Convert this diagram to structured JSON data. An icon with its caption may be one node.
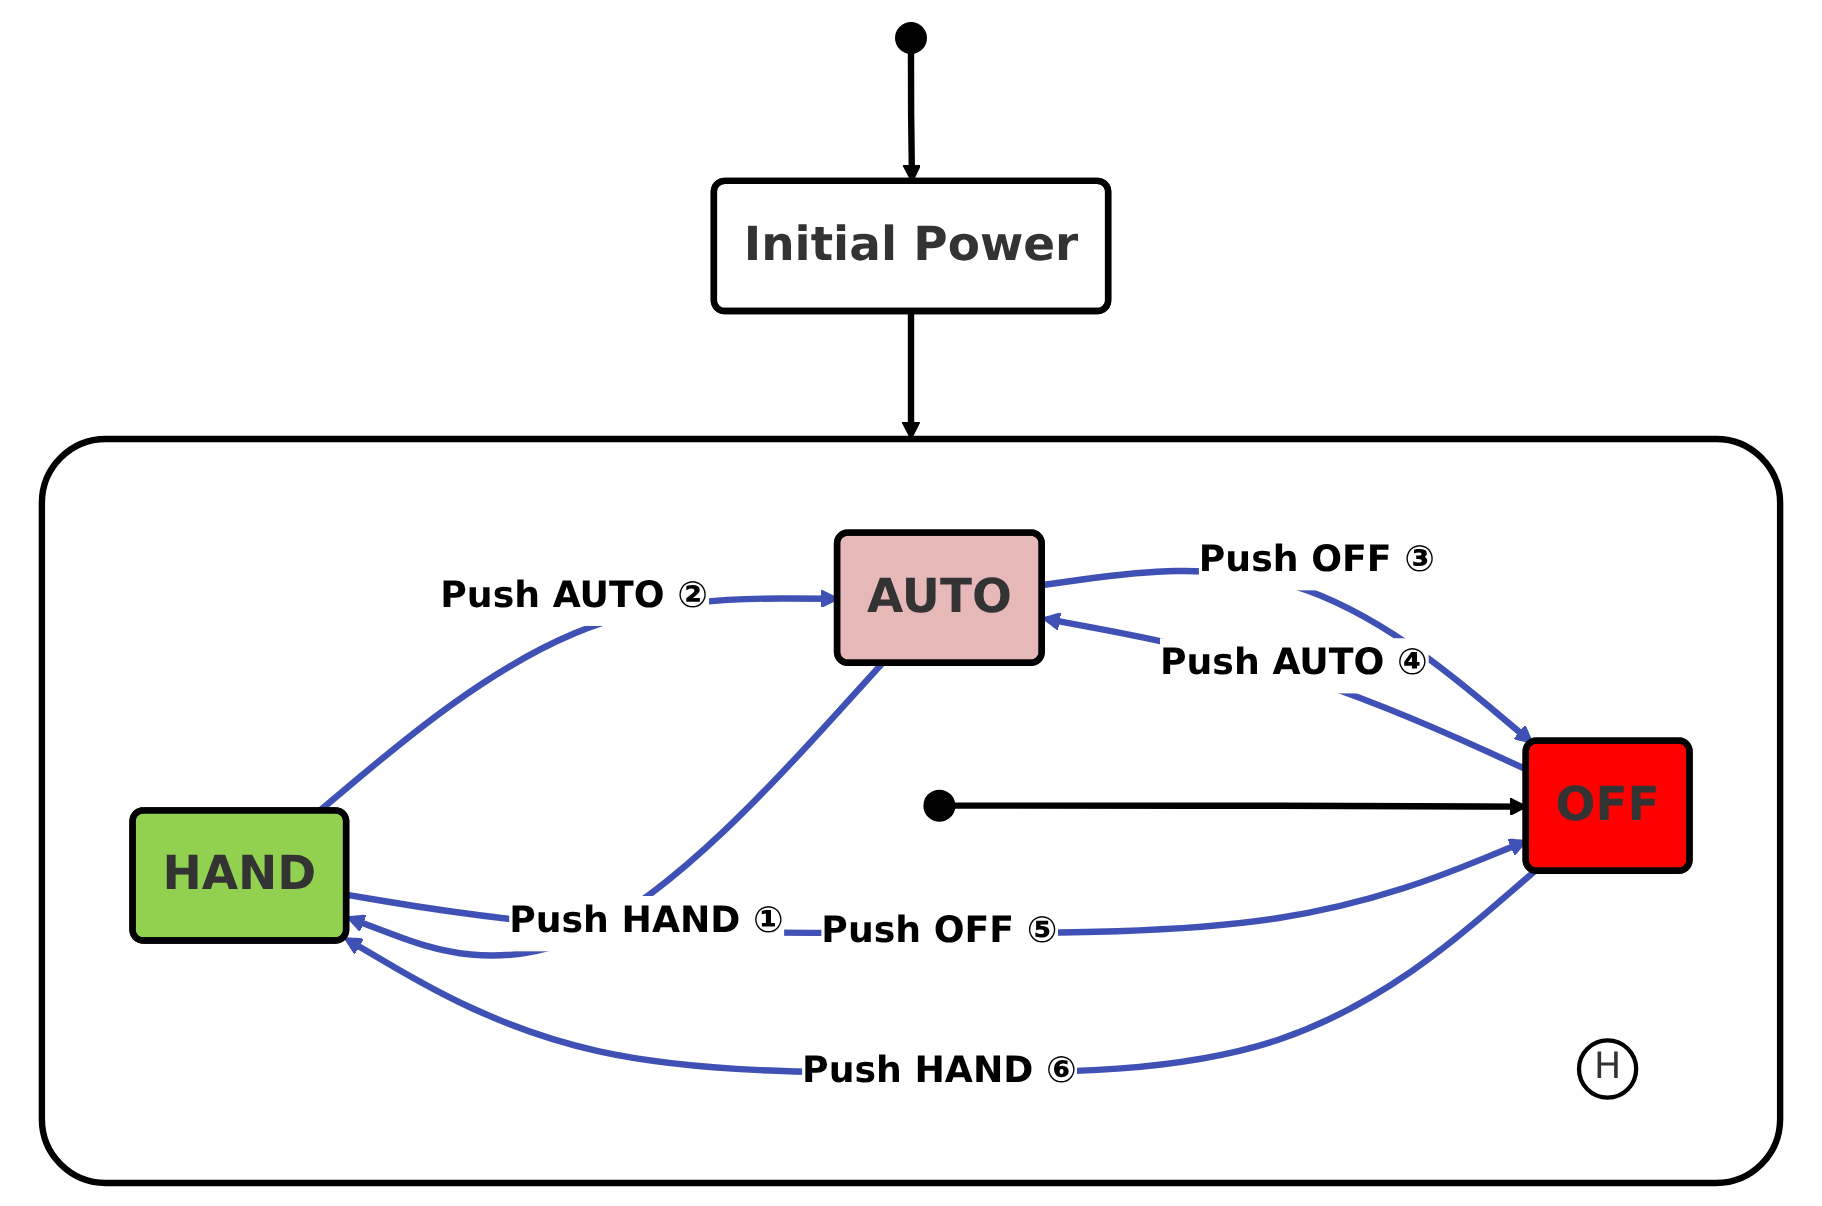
{
  "diagram": {
    "nodes": [
      {
        "text": [],
        "shape": "circle"
      },
      {
        "text": [
          "Initial Power"
        ]
      },
      {
        "text": [],
        "shape": "box"
      },
      {
        "text": [
          "HAND"
        ],
        "in": 2
      },
      {
        "text": [
          "AUTO"
        ],
        "in": 2
      },
      {
        "text": [
          "H"
        ],
        "in": 2
      },
      {
        "text": [],
        "shape": "circle",
        "in": 2
      },
      {
        "text": [
          "OFF"
        ],
        "in": 2
      }
    ],
    "edges": [
      {
        "from": 0,
        "to": 1,
        "arrow": "to",
        "color": "#000000"
      },
      {
        "from": 1,
        "to": 2,
        "arrow": "to",
        "color": "#000000"
      },
      {
        "from": 4,
        "to": 3,
        "arrow": "to",
        "label": "Push HAND ①"
      },
      {
        "from": 3,
        "to": 4,
        "arrow": "to",
        "label": "Push AUTO ②"
      },
      {
        "from": 4,
        "to": 7,
        "arrow": "to",
        "label": "Push OFF ③"
      },
      {
        "from": 7,
        "to": 4,
        "arrow": "to",
        "label": "Push AUTO ④"
      },
      {
        "from": 3,
        "to": 7,
        "arrow": "to",
        "label": "Push OFF ⑤"
      },
      {
        "from": 7,
        "to": 3,
        "arrow": "to",
        "label": "Push HAND ⑥"
      },
      {
        "from": 6,
        "to": 7,
        "arrow": "to",
        "color": "#000000"
      }
    ]
  }
}
